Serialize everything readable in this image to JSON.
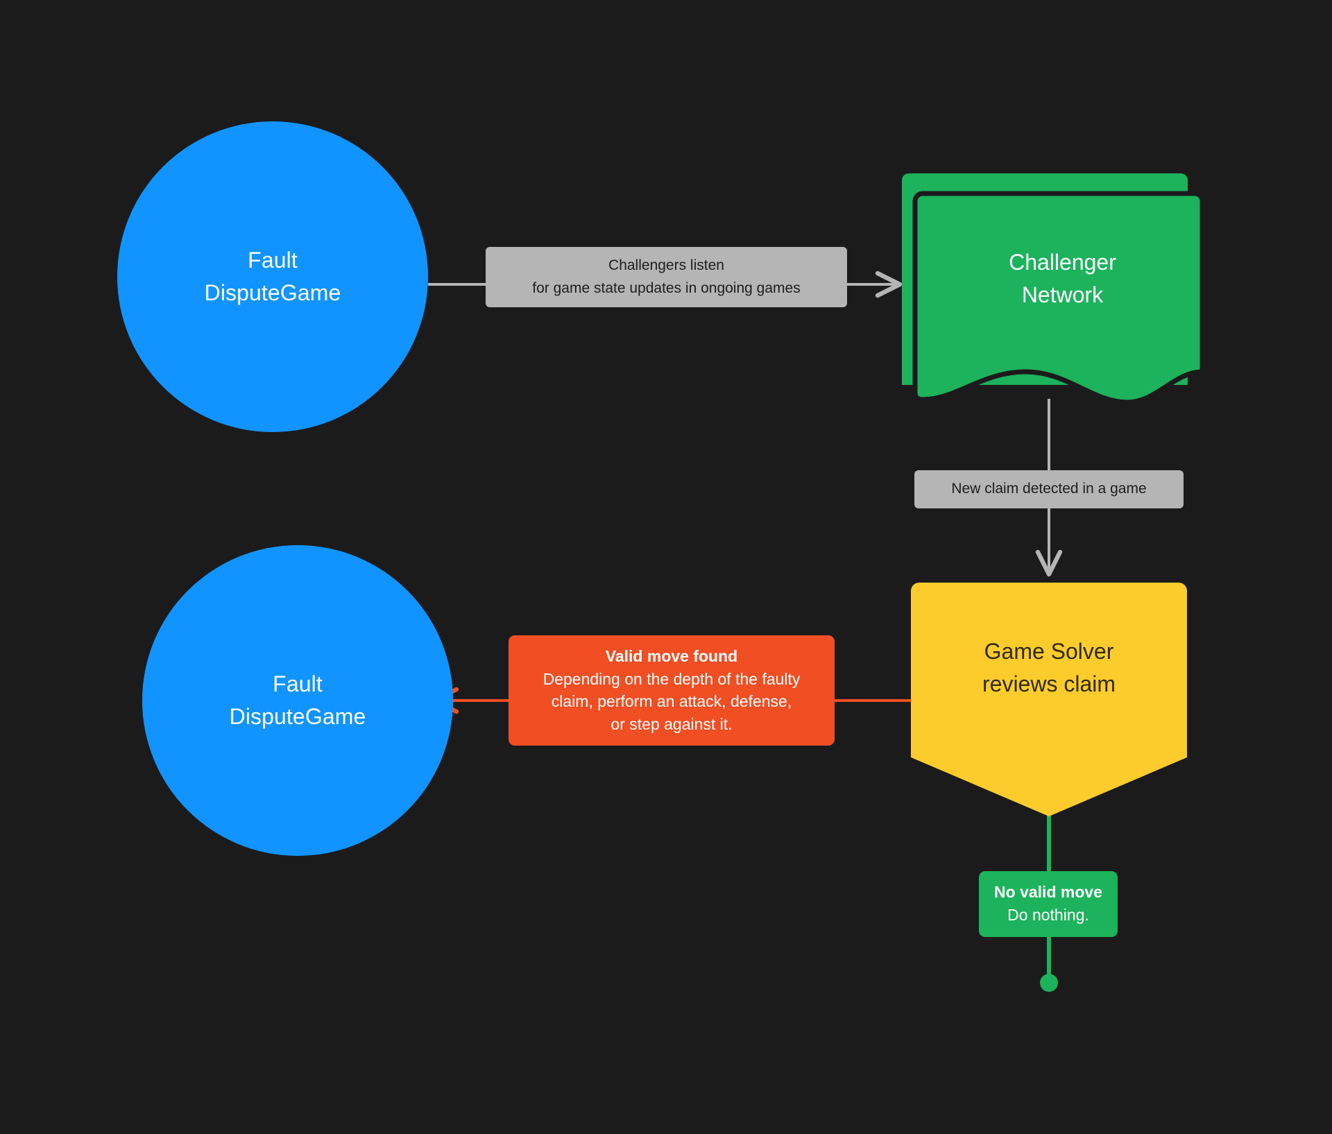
{
  "diagram": {
    "background_color": "#1b1b1b",
    "title_hidden": true,
    "nodes": [
      {
        "id": "fault-dispute-game-top",
        "shape": "circle",
        "color": "#1194ff",
        "text_color": "#ffffff",
        "lines": [
          "Fault",
          "DisputeGame"
        ]
      },
      {
        "id": "challenger-network",
        "shape": "stacked-document",
        "color": "#1cb35c",
        "text_color": "#ffffff",
        "lines": [
          "Challenger",
          "Network"
        ]
      },
      {
        "id": "game-solver",
        "shape": "pentagon-down",
        "color": "#fbcc2c",
        "text_color": "#2e2a10",
        "lines": [
          "Game Solver",
          "reviews claim"
        ]
      },
      {
        "id": "fault-dispute-game-bottom",
        "shape": "circle",
        "color": "#1194ff",
        "text_color": "#ffffff",
        "lines": [
          "Fault",
          "DisputeGame"
        ]
      },
      {
        "id": "terminator-dot",
        "shape": "dot",
        "color": "#1cb35c",
        "lines": []
      }
    ],
    "edges": [
      {
        "id": "edge-listen",
        "from": "fault-dispute-game-top",
        "to": "challenger-network",
        "color": "#b5b5b5",
        "label_bg": "#b5b5b5",
        "label_color": "#1d1d1d",
        "lines": [
          "Challengers listen",
          "for game state updates in ongoing games"
        ]
      },
      {
        "id": "edge-new-claim",
        "from": "challenger-network",
        "to": "game-solver",
        "color": "#b5b5b5",
        "label_bg": "#b5b5b5",
        "label_color": "#1d1d1d",
        "lines": [
          "New claim detected in a game"
        ]
      },
      {
        "id": "edge-valid-move",
        "from": "game-solver",
        "to": "fault-dispute-game-bottom",
        "color": "#f04e23",
        "label_bg": "#f04e23",
        "label_color": "#ffffff",
        "title": "Valid move found",
        "lines": [
          "Depending on the depth of the faulty",
          "claim, perform an attack, defense,",
          "or step against it."
        ]
      },
      {
        "id": "edge-no-valid-move",
        "from": "game-solver",
        "to": "terminator-dot",
        "color": "#1cb35c",
        "label_bg": "#1cb35c",
        "label_color": "#ffffff",
        "title": "No valid move",
        "lines": [
          "Do nothing."
        ]
      }
    ]
  },
  "labels": {
    "fdg_top_line1": "Fault",
    "fdg_top_line2": "DisputeGame",
    "challenger_line1": "Challenger",
    "challenger_line2": "Network",
    "solver_line1": "Game Solver",
    "solver_line2": "reviews claim",
    "fdg_bottom_line1": "Fault",
    "fdg_bottom_line2": "DisputeGame",
    "edge_listen_line1": "Challengers listen",
    "edge_listen_line2": "for game state updates in ongoing games",
    "edge_new_claim": "New claim detected in a game",
    "edge_valid_title": "Valid move found",
    "edge_valid_line1": "Depending on the depth of the faulty",
    "edge_valid_line2": "claim, perform an attack, defense,",
    "edge_valid_line3": "or step against it.",
    "edge_novalid_title": "No valid move",
    "edge_novalid_line1": "Do nothing."
  }
}
